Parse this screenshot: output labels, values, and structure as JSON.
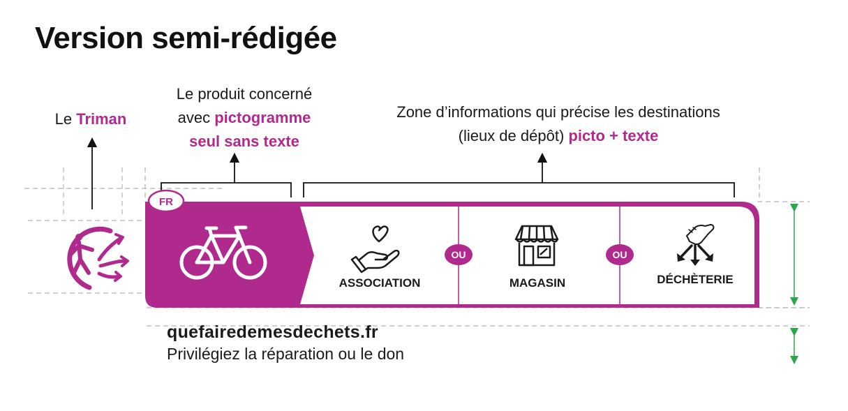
{
  "title": "Version semi-rédigée",
  "annotations": {
    "triman": {
      "prefix": "Le ",
      "highlight": "Triman"
    },
    "produit": {
      "line1": "Le produit concerné",
      "line2_prefix": "avec ",
      "line2_highlight": "pictogramme",
      "line3_highlight": "seul sans texte"
    },
    "zone": {
      "line1": "Zone d’informations qui précise les destinations",
      "line2_prefix": "(lieux de dépôt) ",
      "line2_highlight": "picto + texte"
    }
  },
  "label": {
    "country_badge": "FR",
    "product_icon": "bicycle-icon",
    "separator": "OU",
    "destinations": [
      {
        "label": "ASSOCIATION",
        "icon": "heart-hand-icon"
      },
      {
        "label": "MAGASIN",
        "icon": "shop-icon"
      },
      {
        "label": "DÉCHÈTERIE",
        "icon": "hand-drop-arrows-icon"
      }
    ]
  },
  "footer": {
    "url": "quefairedemesdechets.fr",
    "tagline": "Privilégiez la réparation ou le don"
  },
  "colors": {
    "brand": "#b02a8e",
    "guide": "#b5b5b5",
    "dimension": "#2aa84a",
    "text": "#1a1a1a"
  }
}
